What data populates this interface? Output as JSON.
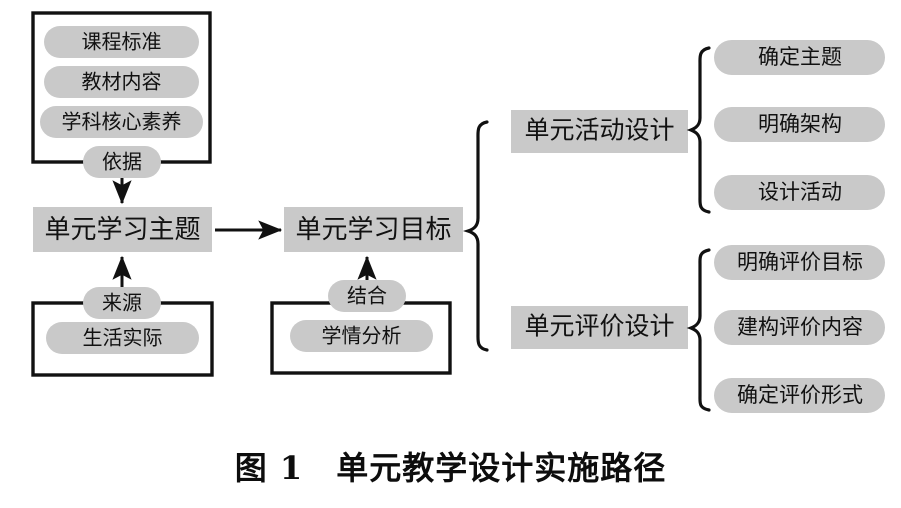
{
  "figure": {
    "caption_label": "图 1",
    "caption_title": "单元教学设计实施路径",
    "caption_full": "图 1　单元教学设计实施路径"
  },
  "colors": {
    "shape_fill": "#c9c9c9",
    "box_fill": "#c9c9c9",
    "stroke": "#111111",
    "background": "#ffffff",
    "text": "#111111"
  },
  "diagram": {
    "type": "flowchart",
    "basis_group": {
      "connector_label": "依据",
      "items": [
        {
          "label": "课程标准"
        },
        {
          "label": "教材内容"
        },
        {
          "label": "学科核心素养"
        }
      ]
    },
    "source_group": {
      "connector_label": "来源",
      "items": [
        {
          "label": "生活实际"
        }
      ]
    },
    "combine_group": {
      "connector_label": "结合",
      "items": [
        {
          "label": "学情分析"
        }
      ]
    },
    "nodes": {
      "unit_theme": "单元学习主题",
      "unit_objective": "单元学习目标"
    },
    "branches": [
      {
        "title": "单元活动设计",
        "steps": [
          {
            "label": "确定主题"
          },
          {
            "label": "明确架构"
          },
          {
            "label": "设计活动"
          }
        ]
      },
      {
        "title": "单元评价设计",
        "steps": [
          {
            "label": "明确评价目标"
          },
          {
            "label": "建构评价内容"
          },
          {
            "label": "确定评价形式"
          }
        ]
      }
    ],
    "arrows": [
      {
        "from": "依据",
        "to": "单元学习主题",
        "direction": "down"
      },
      {
        "from": "来源",
        "to": "单元学习主题",
        "direction": "up"
      },
      {
        "from": "单元学习主题",
        "to": "单元学习目标",
        "direction": "right"
      },
      {
        "from": "结合",
        "to": "单元学习目标",
        "direction": "up"
      }
    ]
  }
}
